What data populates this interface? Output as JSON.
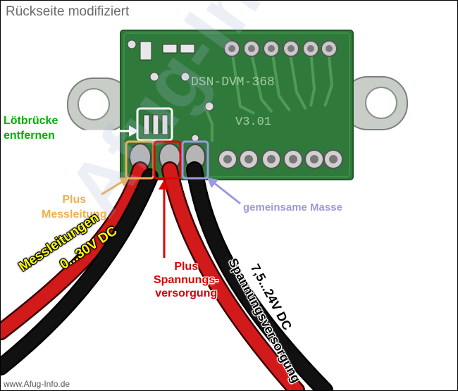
{
  "title": "Rückseite modifiziert",
  "board": {
    "model": "DSN-DVM-368",
    "version": "V3.01"
  },
  "labels": {
    "loetbruecke": [
      "Lötbrücke",
      "entfernen"
    ],
    "plus_messleitung": [
      "Plus",
      "Messleitung"
    ],
    "gemeinsame_masse": "gemeinsame Masse",
    "plus_spannungsversorgung": [
      "Plus",
      "Spannungs-",
      "versorgung"
    ],
    "messleitungen": [
      "Messleitungen",
      "0...30V DC"
    ],
    "spannungsversorgung": [
      "7,5...24V DC",
      "Spannungsversorgung"
    ]
  },
  "watermark": "Afug-Info.de",
  "footer": "www.Afug-Info.de",
  "colors": {
    "pcb": "#2f7a3a",
    "loetbruecke": "#00b000",
    "plus_messleitung": "#f0b050",
    "gemeinsame_masse": "#9a9ae0",
    "plus_spannungsversorgung": "#d80000",
    "messleitungen": "#ffff00"
  }
}
